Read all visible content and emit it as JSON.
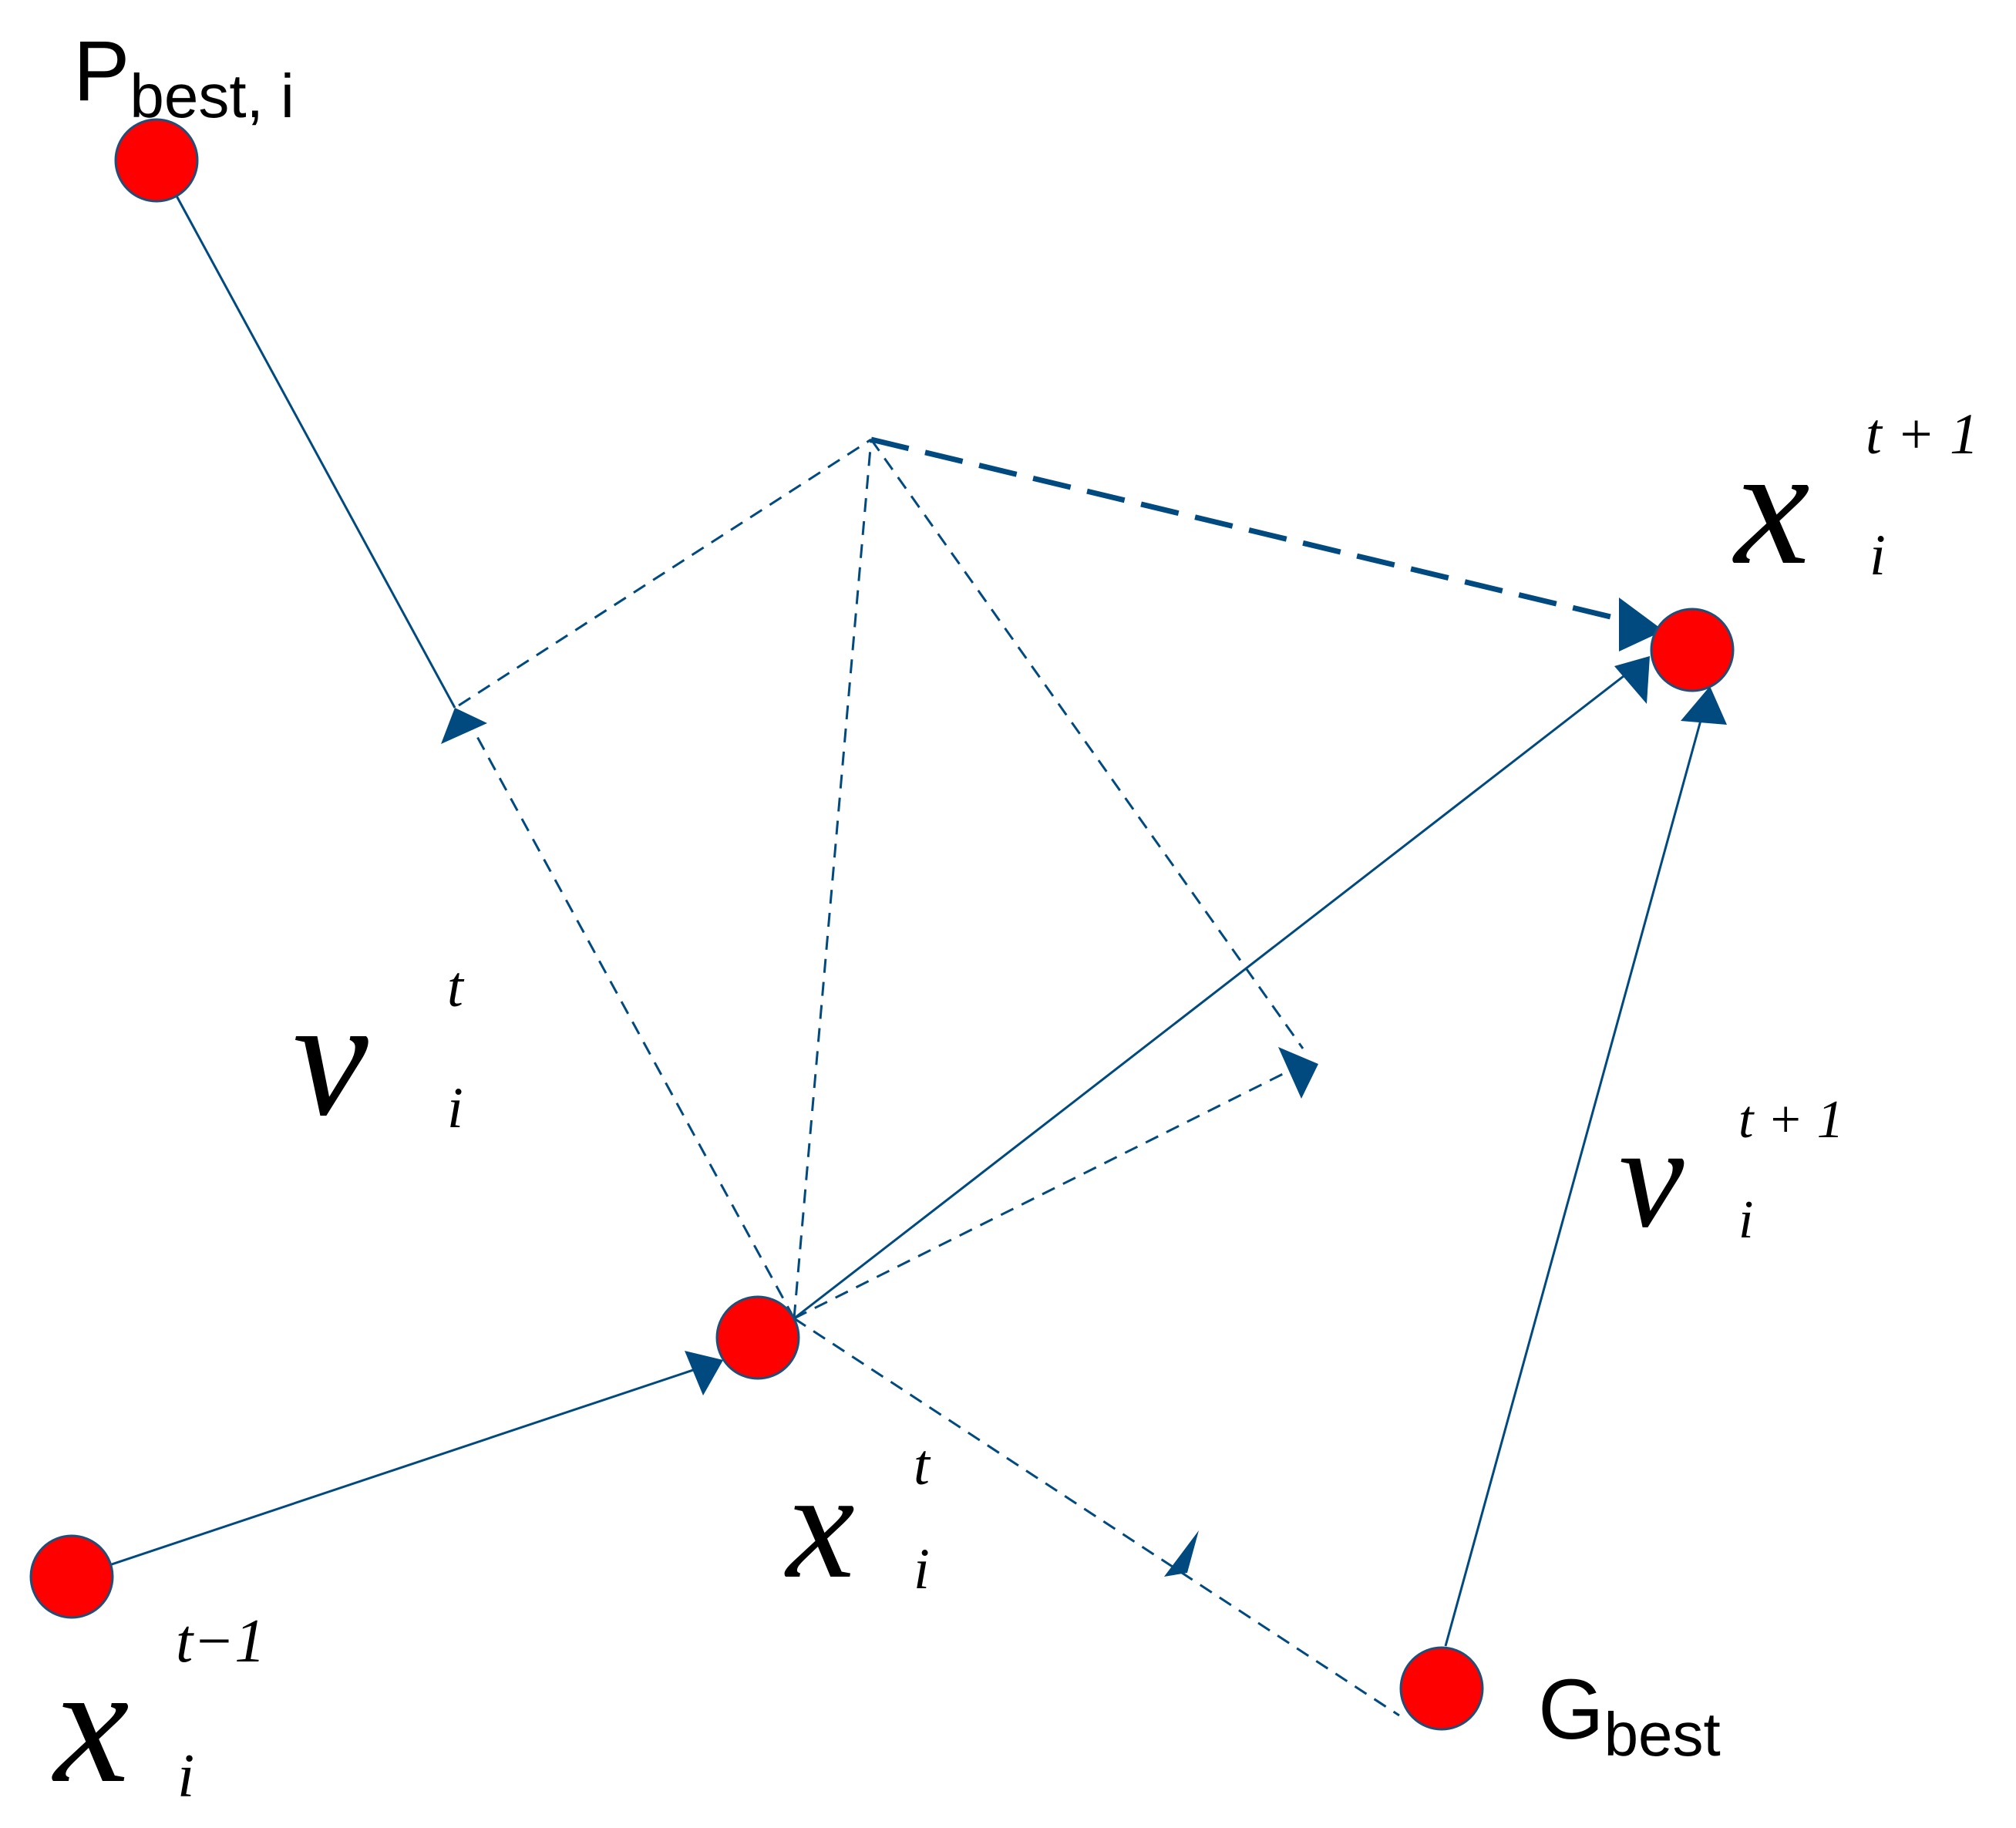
{
  "colors": {
    "node_fill": "#ff0000",
    "node_stroke": "#1f4e79",
    "line": "#004a80",
    "background": "#ffffff"
  },
  "labels": {
    "pbest": {
      "main": "P",
      "sub": "best, i"
    },
    "gbest": {
      "main": "G",
      "sub": "best"
    },
    "x_prev": {
      "main": "x",
      "sub": "i",
      "sup": "t−1"
    },
    "x_curr": {
      "main": "x",
      "sub": "i",
      "sup": "t"
    },
    "x_next": {
      "main": "x",
      "sub": "i",
      "sup": "t + 1"
    },
    "v_curr": {
      "main": "v",
      "sub": "i",
      "sup": "t"
    },
    "v_next": {
      "main": "v",
      "sub": "i",
      "sup": "t + 1"
    }
  }
}
